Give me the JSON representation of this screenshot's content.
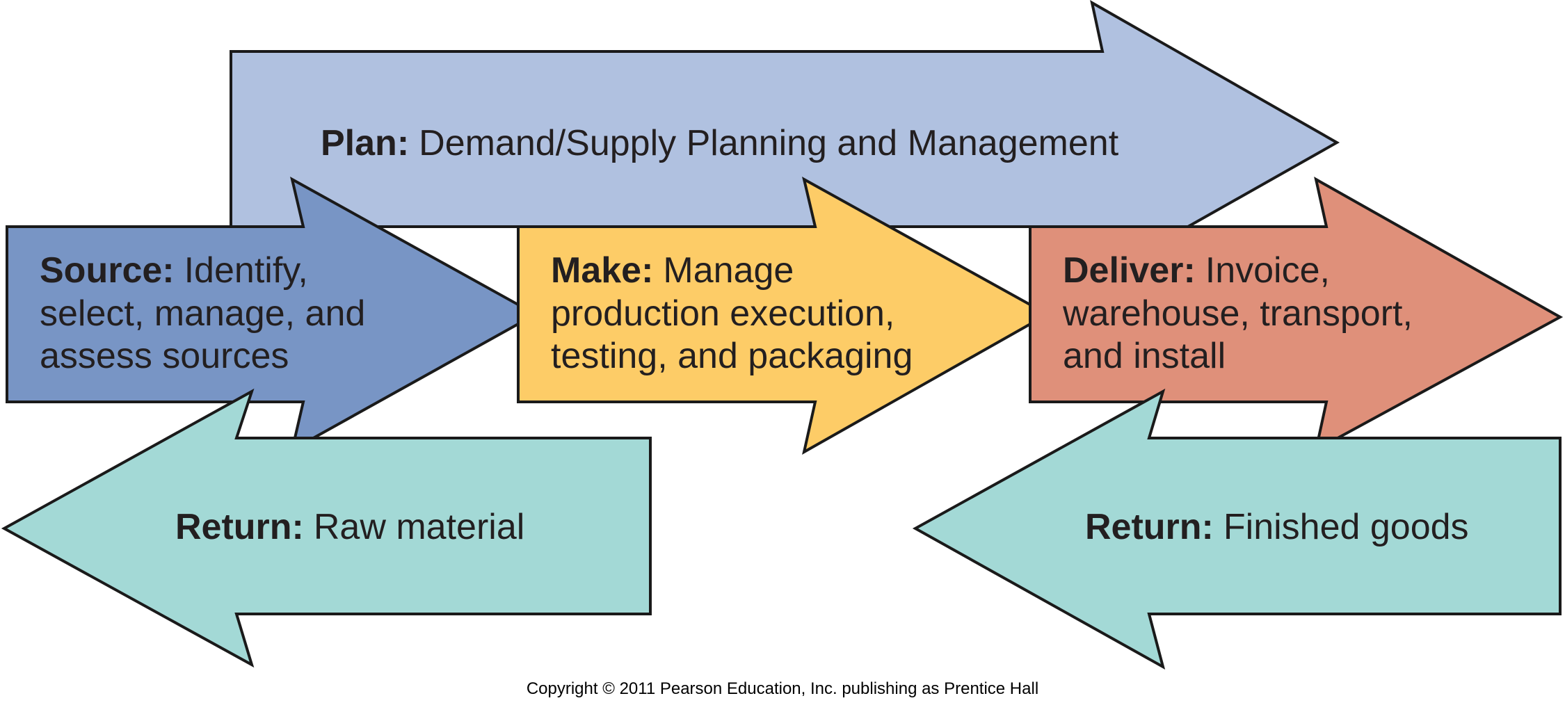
{
  "colors": {
    "plan": "#b0c1e0",
    "source": "#7895c5",
    "make": "#fdcc67",
    "deliver": "#df907a",
    "return": "#a3d9d6"
  },
  "plan": {
    "keyword": "Plan:",
    "text": "Demand/Supply Planning and Management"
  },
  "source": {
    "keyword": "Source:",
    "lines": [
      "Identify,",
      "select, manage, and",
      "assess sources"
    ]
  },
  "make": {
    "keyword": "Make:",
    "lines": [
      "Manage",
      "production execution,",
      "testing, and packaging"
    ]
  },
  "deliver": {
    "keyword": "Deliver:",
    "lines": [
      "Invoice,",
      "warehouse, transport,",
      "and install"
    ]
  },
  "return_raw": {
    "keyword": "Return:",
    "text": "Raw material"
  },
  "return_finished": {
    "keyword": "Return:",
    "text": "Finished goods"
  },
  "copyright": "Copyright © 2011 Pearson Education, Inc. publishing as Prentice Hall"
}
